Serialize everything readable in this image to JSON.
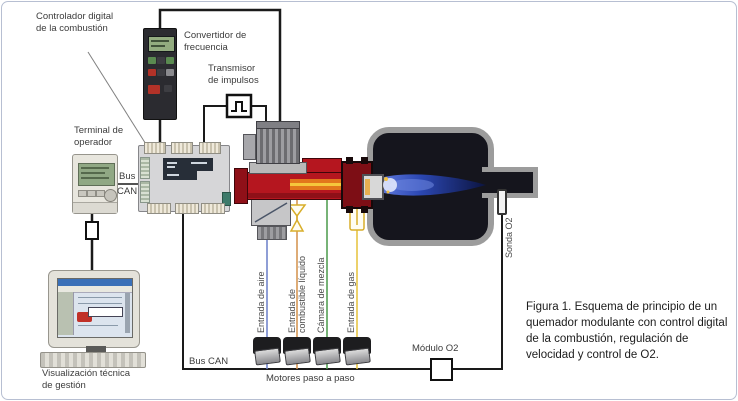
{
  "figure": {
    "caption": "Figura 1. Esquema de principio de un quemador modulante con control digital de la combustión, regulación de velocidad y control de O2."
  },
  "labels": {
    "controlador": "Controlador digital\nde la combustión",
    "convertidor": "Convertidor de\nfrecuencia",
    "transmisor": "Transmisor\nde impulsos",
    "terminal": "Terminal de\noperador",
    "bus_word": "Bus",
    "can_word": "CAN",
    "visualizacion": "Visualización técnica\nde gestión",
    "entrada_aire": "Entrada de aire",
    "entrada_combustible": "Entrada de\ncombustible líquido",
    "camara_mezcla": "Cámara de mezcla",
    "entrada_gas": "Entrada de gas",
    "motores": "Motores paso a paso",
    "bus_can": "Bus CAN",
    "modulo_o2": "Módulo O2",
    "sonda_o2": "Sonda O2"
  },
  "colors": {
    "burner_red": "#b5161f",
    "flame_blue": "#2c48b4",
    "air_line": "#6a7ec8",
    "fuel_line": "#d4904a",
    "mix_line": "#4a9a4a",
    "gas_line": "#e6c23a",
    "chamber_dark": "#15151d",
    "wire_black": "#1a1a1a"
  }
}
